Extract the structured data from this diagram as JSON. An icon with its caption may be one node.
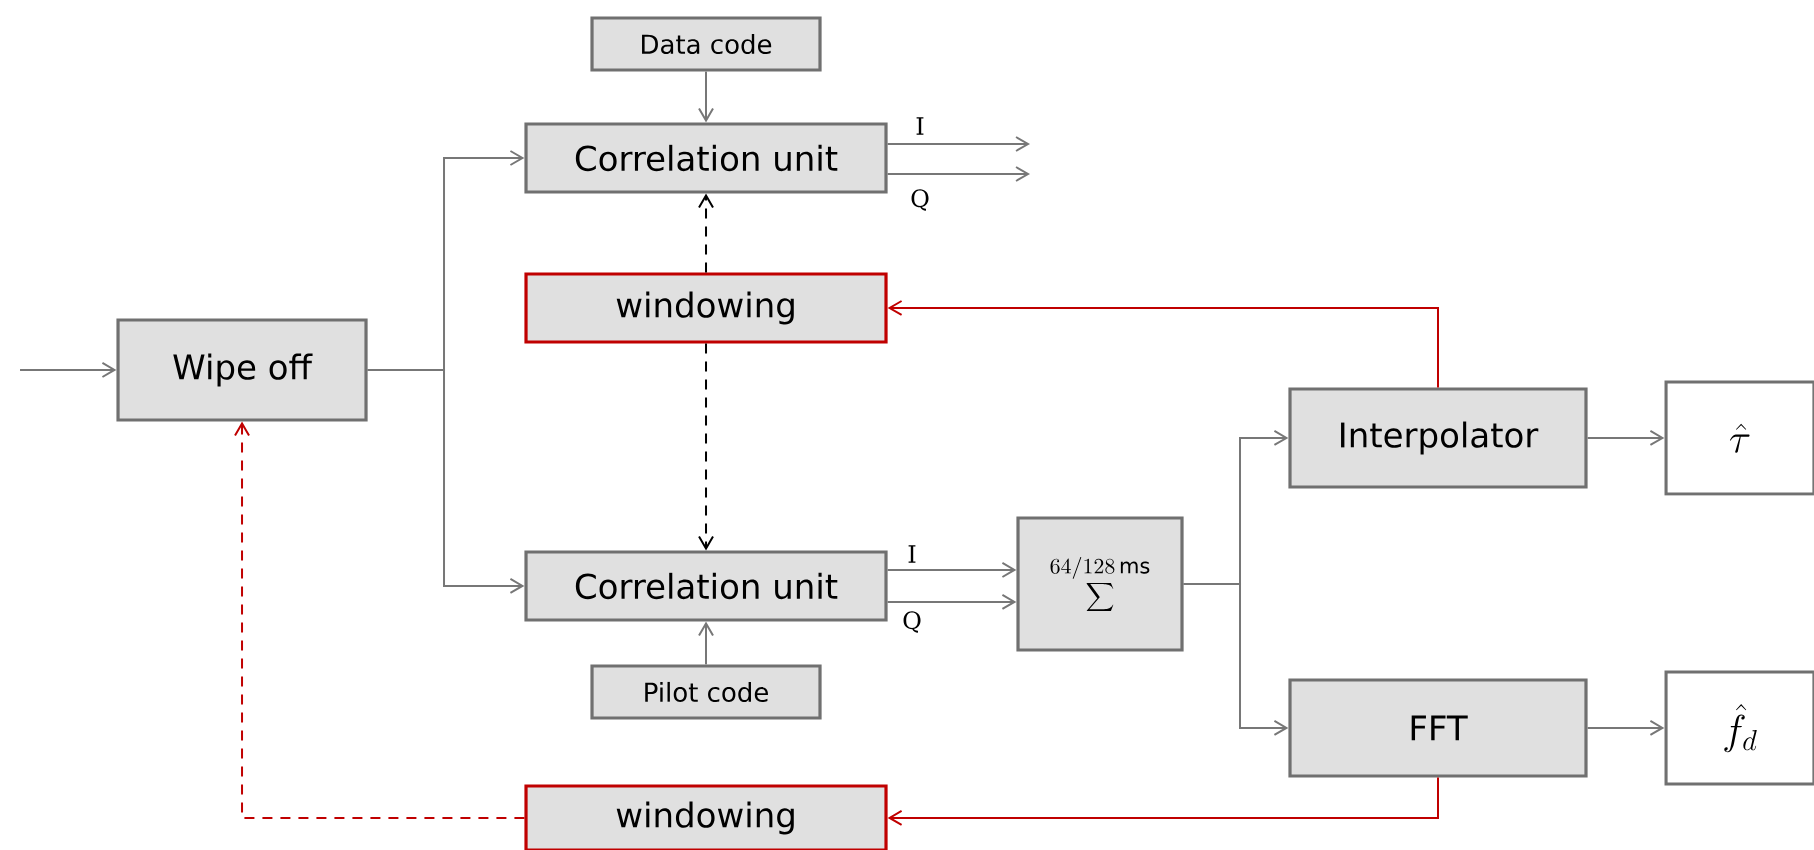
{
  "diagram": {
    "nodes": [
      {
        "text": [
          "Data code"
        ]
      },
      {
        "text": [
          "Correlation unit"
        ]
      },
      {
        "text": [
          "windowing"
        ]
      },
      {
        "text": [
          "Wipe off"
        ]
      },
      {
        "text": [
          "Correlation unit"
        ]
      },
      {
        "text": [
          "Pilot code"
        ]
      },
      {
        "text": [
          "\\sum^{64/128\\,\\mathrm{ms}}"
        ]
      },
      {
        "text": [
          "Interpolator"
        ]
      },
      {
        "text": [
          "\\hat{\\tau}"
        ]
      },
      {
        "text": [
          "FFT"
        ]
      },
      {
        "text": [
          "\\hat{f}_d"
        ]
      },
      {
        "text": [
          "windowing"
        ]
      }
    ],
    "edges": [
      {
        "from": null,
        "to": 3,
        "arrow": "to"
      },
      {
        "from": 3,
        "to": 1,
        "arrow": "to"
      },
      {
        "from": 3,
        "to": 4,
        "arrow": "to"
      },
      {
        "from": 0,
        "to": 1,
        "arrow": "to"
      },
      {
        "from": 1,
        "to": null,
        "arrow": "to",
        "label": "I"
      },
      {
        "from": 1,
        "to": null,
        "arrow": "to",
        "label": "Q"
      },
      {
        "from": 2,
        "to": 1,
        "arrow": "to",
        "style": "dashed",
        "color": "#000000"
      },
      {
        "from": 2,
        "to": 4,
        "arrow": "to",
        "style": "dashed",
        "color": "#000000"
      },
      {
        "from": 5,
        "to": 4,
        "arrow": "to"
      },
      {
        "from": 4,
        "to": 6,
        "arrow": "to",
        "label": "I"
      },
      {
        "from": 4,
        "to": 6,
        "arrow": "to",
        "label": "Q"
      },
      {
        "from": 6,
        "to": 7,
        "arrow": "to"
      },
      {
        "from": 6,
        "to": 9,
        "arrow": "to"
      },
      {
        "from": 7,
        "to": 8,
        "arrow": "to"
      },
      {
        "from": 9,
        "to": 10,
        "arrow": "to"
      },
      {
        "from": 7,
        "to": 2,
        "arrow": "to",
        "color": "#c00000"
      },
      {
        "from": 9,
        "to": 11,
        "arrow": "to",
        "color": "#c00000"
      },
      {
        "from": 11,
        "to": 3,
        "arrow": "to",
        "style": "dashed",
        "color": "#c00000"
      }
    ]
  }
}
